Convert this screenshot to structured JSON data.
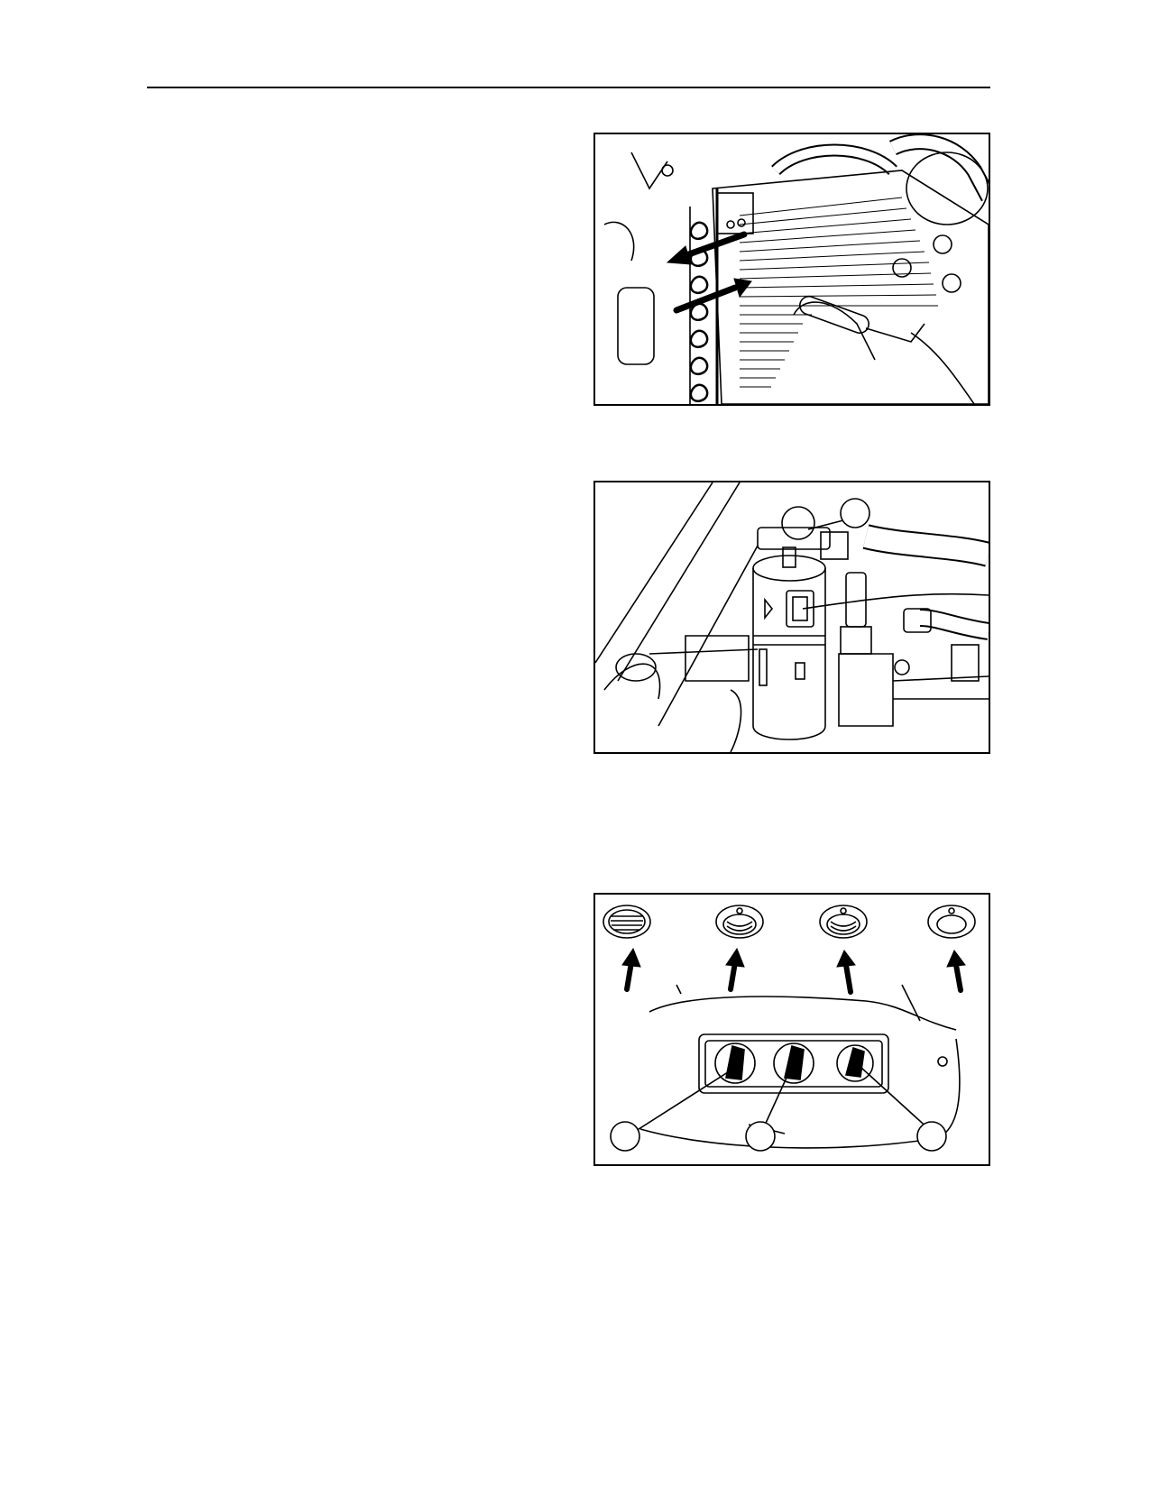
{
  "page": {
    "figures": [
      {
        "id": "condenser-figure",
        "callouts": []
      },
      {
        "id": "receiver-drier-figure",
        "callouts": [
          ""
        ]
      },
      {
        "id": "controls-figure",
        "callouts": [
          "",
          "",
          ""
        ]
      }
    ]
  },
  "colors": {
    "ink": "#000000",
    "paper": "#ffffff"
  }
}
